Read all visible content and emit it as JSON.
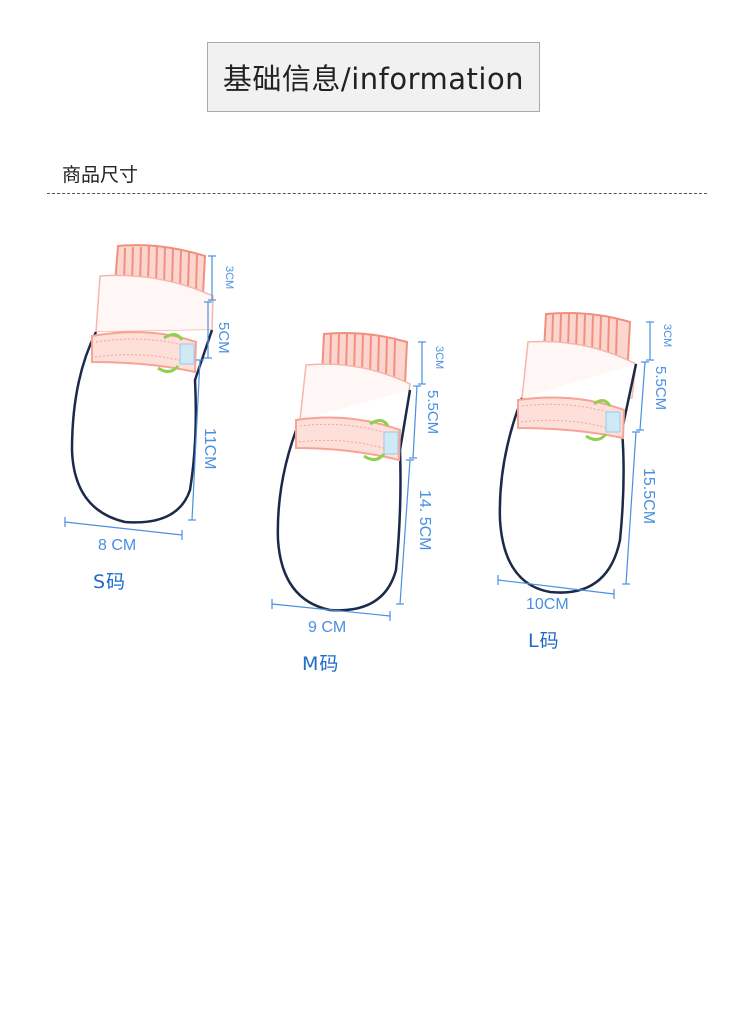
{
  "header": {
    "title": "基础信息/information"
  },
  "section": {
    "title": "商品尺寸"
  },
  "sizes": [
    {
      "label": "S码",
      "dims": {
        "cuff": "3CM",
        "strap": "5CM",
        "body": "11CM",
        "width": "8 CM"
      }
    },
    {
      "label": "M码",
      "dims": {
        "cuff": "3CM",
        "strap": "5.5CM",
        "body": "14. 5CM",
        "width": "9 CM"
      }
    },
    {
      "label": "L码",
      "dims": {
        "cuff": "3CM",
        "strap": "5.5CM",
        "body": "15.5CM",
        "width": "10CM"
      }
    }
  ],
  "colors": {
    "cuff": "#f28f7e",
    "strap": "#f7a396",
    "outline": "#1c2a4a",
    "dimension": "#4a8fe0",
    "buckle": "#8fd14f",
    "label": "#1f6bc9"
  }
}
